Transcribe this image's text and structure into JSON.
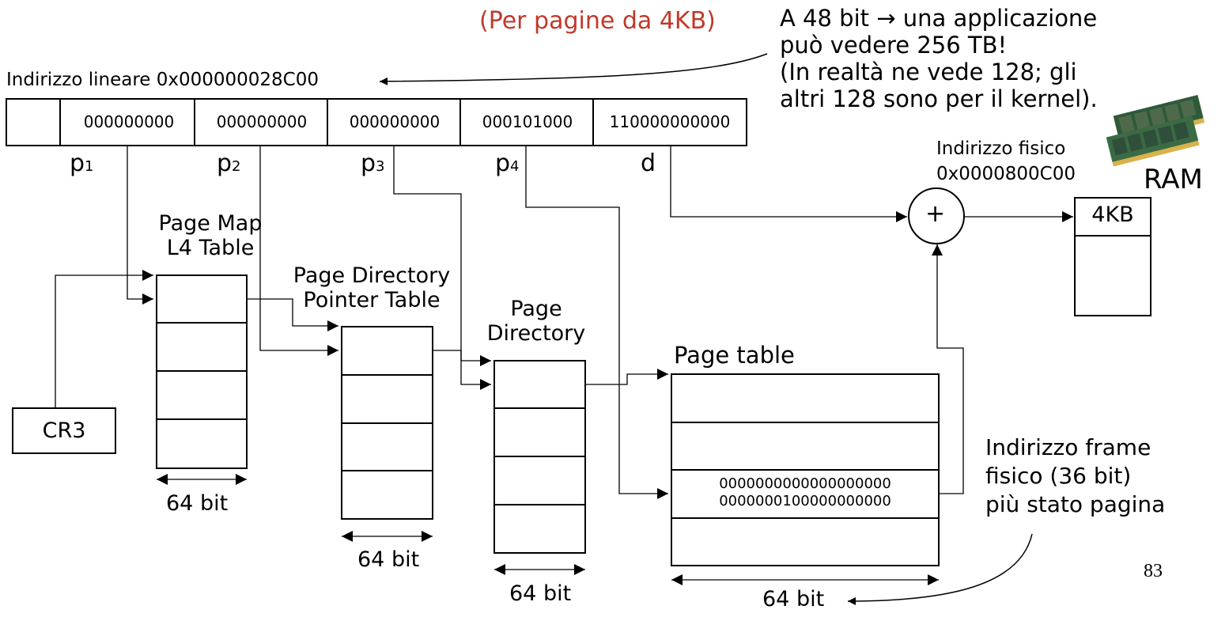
{
  "subtitle": "(Per pagine da 4KB)",
  "note_48bit": [
    "A 48 bit → una applicazione",
    "può vedere 256 TB!",
    "(In realtà ne vede 128; gli",
    "altri 128 sono per il kernel)."
  ],
  "linear_address_label": "Indirizzo lineare 0x000000028C00",
  "linear_fields": [
    "000000000",
    "000000000",
    "000000000",
    "000101000",
    "110000000000"
  ],
  "field_labels": {
    "p1": "p",
    "p1_sub": "1",
    "p2": "p",
    "p2_sub": "2",
    "p3": "p",
    "p3_sub": "3",
    "p4": "p",
    "p4_sub": "4",
    "d": "d"
  },
  "physical_address": {
    "label": "Indirizzo fisico",
    "value": "0x0000800C00"
  },
  "adder_symbol": "+",
  "ram": {
    "label": "RAM",
    "page_label": "4KB"
  },
  "cr3_label": "CR3",
  "tables": {
    "pml4": [
      "Page Map",
      "L4 Table"
    ],
    "pdpt": [
      "Page Directory",
      "Pointer Table"
    ],
    "pd": [
      "Page",
      "Directory"
    ],
    "pt": "Page table"
  },
  "entry_width_label": "64 bit",
  "pt_entry_value": [
    "0000000000000000000",
    "0000000100000000000"
  ],
  "frame_note": [
    "Indirizzo frame",
    "fisico (36 bit)",
    "più stato pagina"
  ],
  "page_number": "83"
}
